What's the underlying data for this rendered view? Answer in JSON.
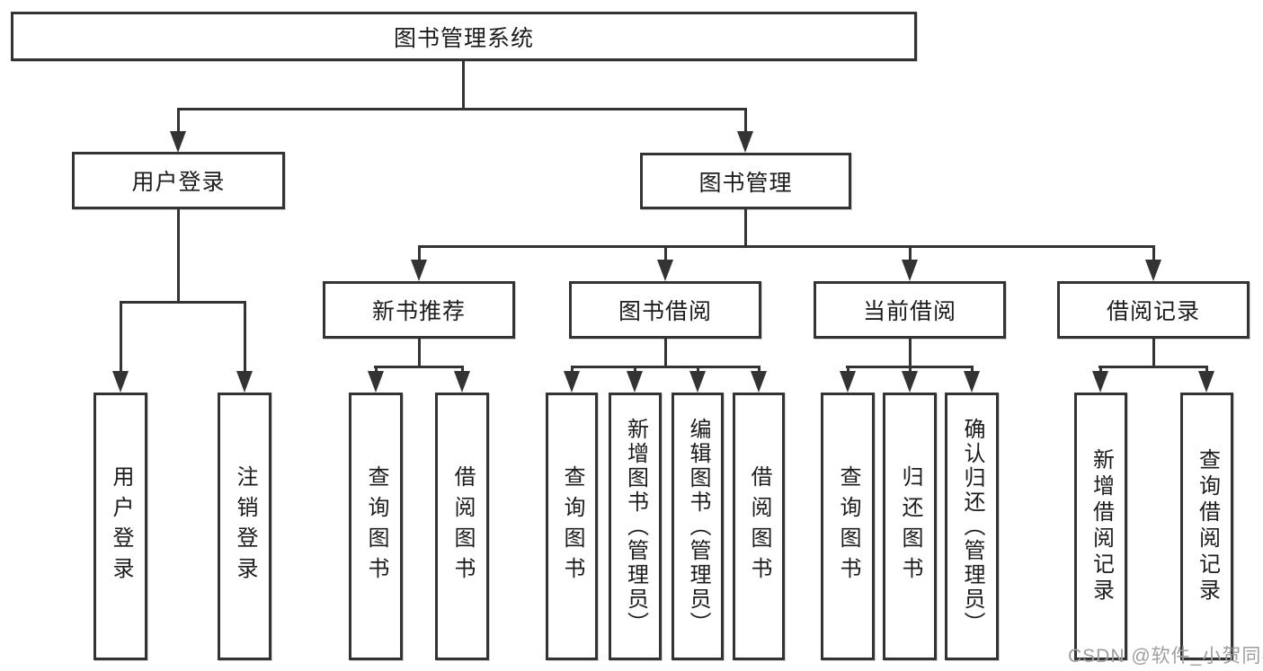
{
  "diagram": {
    "root": {
      "label": "图书管理系统"
    },
    "branches": {
      "user_login": {
        "label": "用户登录",
        "children": [
          "用户登录",
          "注销登录"
        ]
      },
      "book_mgmt": {
        "label": "图书管理",
        "sub": [
          {
            "label": "新书推荐",
            "children": [
              "查询图书",
              "借阅图书"
            ]
          },
          {
            "label": "图书借阅",
            "children": [
              "查询图书",
              "新增图书（管理员）",
              "编辑图书（管理员）",
              "借阅图书"
            ]
          },
          {
            "label": "当前借阅",
            "children": [
              "查询图书",
              "归还图书",
              "确认归还（管理员）"
            ]
          },
          {
            "label": "借阅记录",
            "children": [
              "新增借阅记录",
              "查询借阅记录"
            ]
          }
        ]
      }
    }
  },
  "watermark": "CSDN @软件_小贺同学",
  "colors": {
    "line": "#333333",
    "text": "#1c1c1c",
    "watermark": "#9e9e9e",
    "background": "#ffffff"
  }
}
